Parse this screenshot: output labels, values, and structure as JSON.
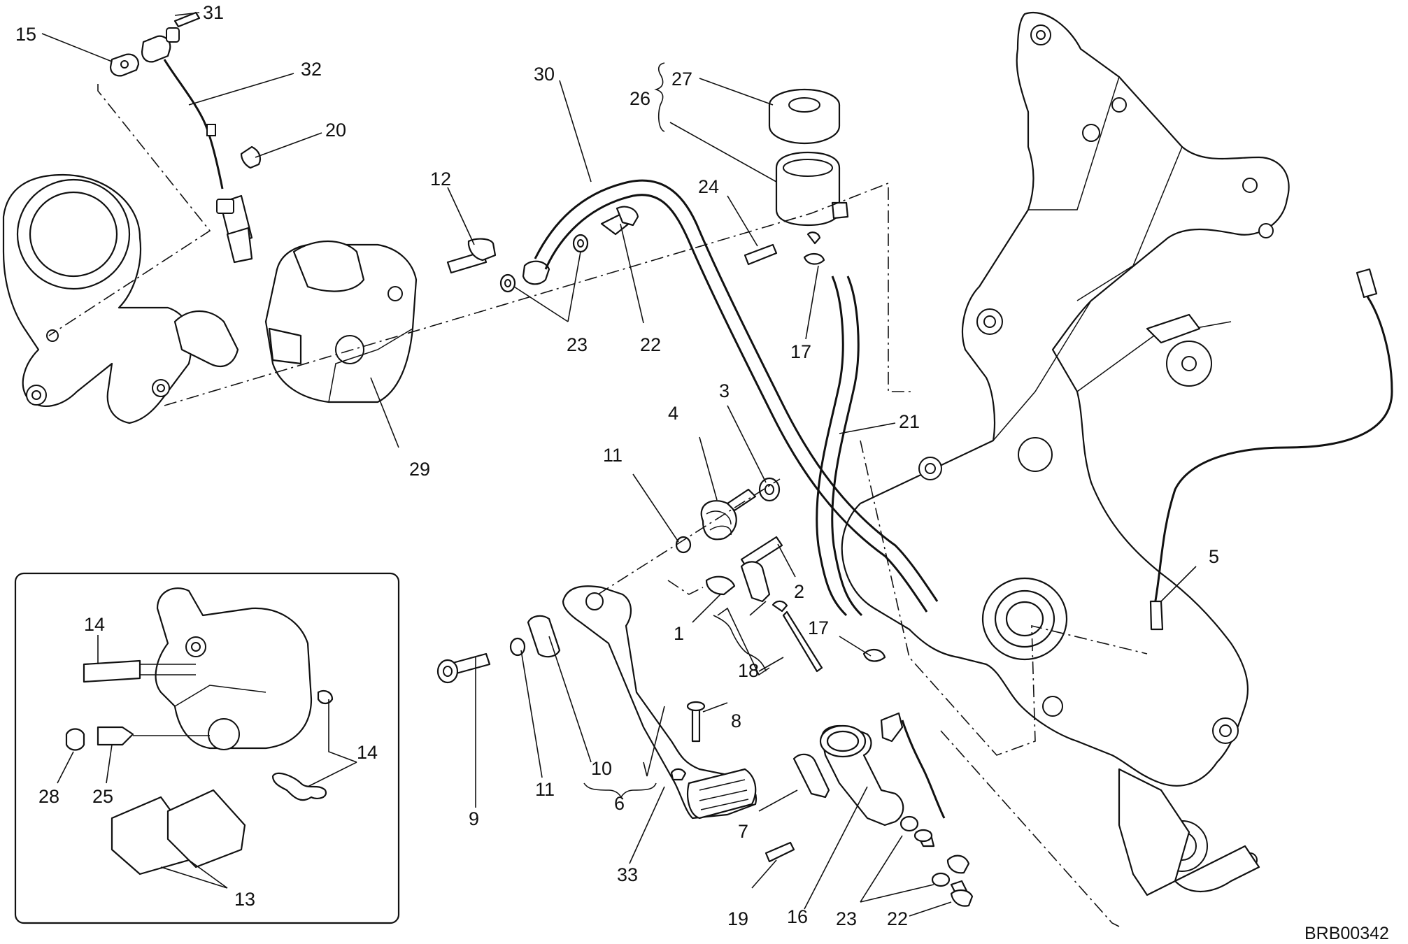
{
  "drawing_code": "BRB00342",
  "callouts": [
    {
      "id": "c31",
      "label": "31"
    },
    {
      "id": "c15",
      "label": "15"
    },
    {
      "id": "c32",
      "label": "32"
    },
    {
      "id": "c20",
      "label": "20"
    },
    {
      "id": "c12",
      "label": "12"
    },
    {
      "id": "c30",
      "label": "30"
    },
    {
      "id": "c27",
      "label": "27"
    },
    {
      "id": "c26",
      "label": "26"
    },
    {
      "id": "c24",
      "label": "24"
    },
    {
      "id": "c23a",
      "label": "23"
    },
    {
      "id": "c22a",
      "label": "22"
    },
    {
      "id": "c17a",
      "label": "17"
    },
    {
      "id": "c29",
      "label": "29"
    },
    {
      "id": "c3",
      "label": "3"
    },
    {
      "id": "c4",
      "label": "4"
    },
    {
      "id": "c11a",
      "label": "11"
    },
    {
      "id": "c21",
      "label": "21"
    },
    {
      "id": "c2",
      "label": "2"
    },
    {
      "id": "c1",
      "label": "1"
    },
    {
      "id": "c17b",
      "label": "17"
    },
    {
      "id": "c18",
      "label": "18"
    },
    {
      "id": "c5",
      "label": "5"
    },
    {
      "id": "c14a",
      "label": "14"
    },
    {
      "id": "c14b",
      "label": "14"
    },
    {
      "id": "c28",
      "label": "28"
    },
    {
      "id": "c25",
      "label": "25"
    },
    {
      "id": "c13",
      "label": "13"
    },
    {
      "id": "c9",
      "label": "9"
    },
    {
      "id": "c11b",
      "label": "11"
    },
    {
      "id": "c10",
      "label": "10"
    },
    {
      "id": "c6",
      "label": "6"
    },
    {
      "id": "c8",
      "label": "8"
    },
    {
      "id": "c33",
      "label": "33"
    },
    {
      "id": "c7",
      "label": "7"
    },
    {
      "id": "c19",
      "label": "19"
    },
    {
      "id": "c16",
      "label": "16"
    },
    {
      "id": "c23b",
      "label": "23"
    },
    {
      "id": "c22b",
      "label": "22"
    }
  ]
}
